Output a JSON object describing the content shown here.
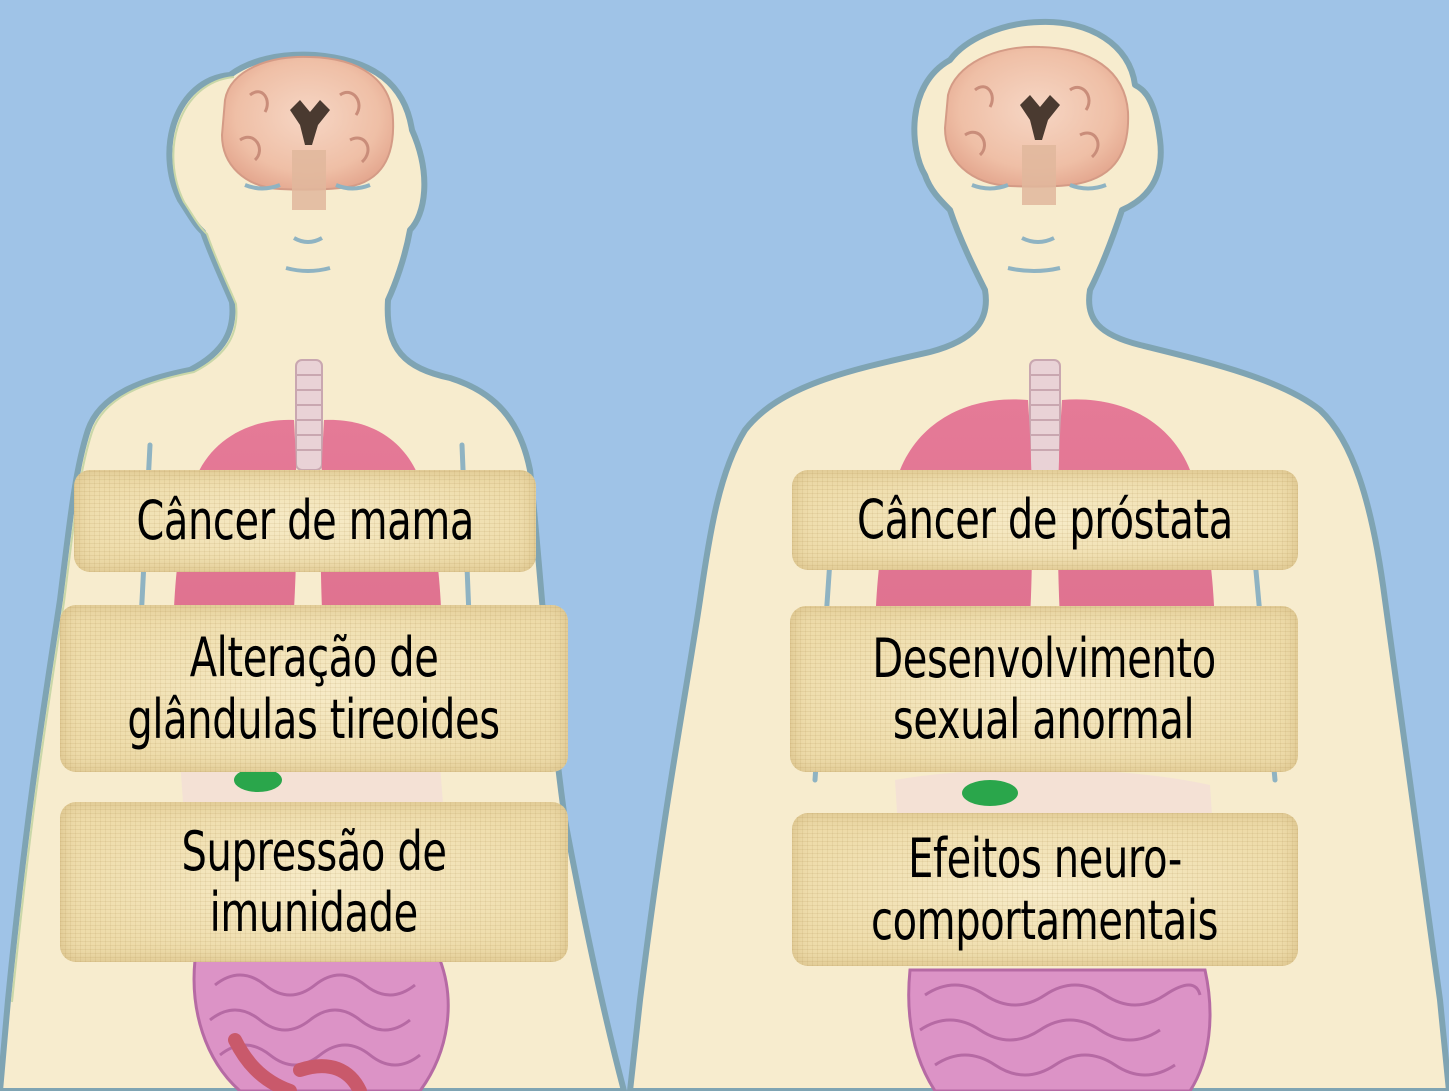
{
  "colors": {
    "background": "#9fc3e7",
    "skin": "#f7ecce",
    "outline": "#86aab6",
    "lung": "#e17a95",
    "intestine": "#d88fc6",
    "brain": "#f0c2aa",
    "label_fill": "#eedcaa"
  },
  "figures": {
    "female": {
      "labels": [
        {
          "lines": [
            "Câncer de mama"
          ]
        },
        {
          "lines": [
            "Alteração de",
            "glândulas tireoides"
          ]
        },
        {
          "lines": [
            "Supressão de",
            "imunidade"
          ]
        }
      ]
    },
    "male": {
      "labels": [
        {
          "lines": [
            "Câncer de próstata"
          ]
        },
        {
          "lines": [
            "Desenvolvimento",
            "sexual anormal"
          ]
        },
        {
          "lines": [
            "Efeitos neuro-",
            "comportamentais"
          ]
        }
      ]
    }
  }
}
